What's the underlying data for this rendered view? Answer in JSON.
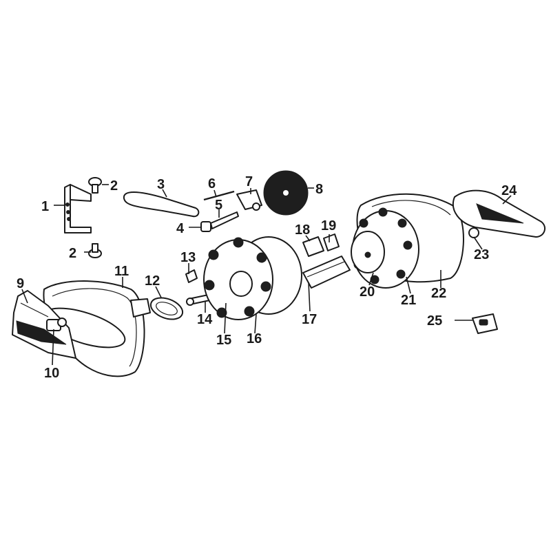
{
  "diagram": {
    "parts": [
      {
        "id": "1"
      },
      {
        "id": "2"
      },
      {
        "id": "3"
      },
      {
        "id": "4"
      },
      {
        "id": "5"
      },
      {
        "id": "6"
      },
      {
        "id": "7"
      },
      {
        "id": "8"
      },
      {
        "id": "9"
      },
      {
        "id": "10"
      },
      {
        "id": "11"
      },
      {
        "id": "12"
      },
      {
        "id": "13"
      },
      {
        "id": "14"
      },
      {
        "id": "15"
      },
      {
        "id": "16"
      },
      {
        "id": "17"
      },
      {
        "id": "18"
      },
      {
        "id": "19"
      },
      {
        "id": "20"
      },
      {
        "id": "21"
      },
      {
        "id": "22"
      },
      {
        "id": "23"
      },
      {
        "id": "24"
      },
      {
        "id": "25"
      }
    ],
    "colors": {
      "ink": "#1a1a1a",
      "background": "#ffffff"
    }
  }
}
